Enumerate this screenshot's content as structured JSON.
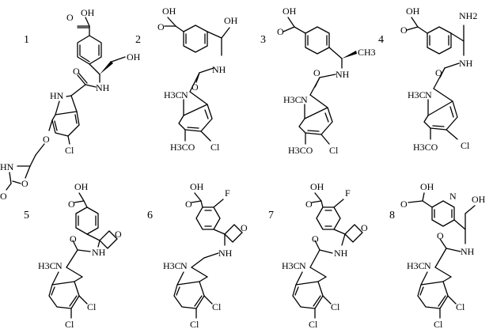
{
  "compounds": [
    {
      "number": "1",
      "atoms": {
        "oh": "OH",
        "acid": "OH",
        "nh": "NH",
        "indoline_n": "HN",
        "cl": "Cl",
        "o_link": "O",
        "ox_nh": "HN",
        "ox_o": "O",
        "ox_carbonyl": "O"
      }
    },
    {
      "number": "2",
      "atoms": {
        "oh": "OH",
        "acid": "OH",
        "nh": "NH",
        "nme": "H3C",
        "n": "N",
        "ome": "H3CO",
        "cl": "Cl"
      }
    },
    {
      "number": "3",
      "atoms": {
        "acid": "OH",
        "ch3": "CH3",
        "nh": "NH",
        "nme": "H3C",
        "n": "N",
        "ome": "H3CO",
        "cl": "Cl"
      }
    },
    {
      "number": "4",
      "atoms": {
        "acid": "OH",
        "nh2": "NH2",
        "nh": "NH",
        "nme": "H3C",
        "n": "N",
        "ome": "H3CO",
        "cl": "Cl"
      }
    },
    {
      "number": "5",
      "atoms": {
        "acid": "OH",
        "ox_o": "O",
        "nh": "NH",
        "nme": "H3C",
        "n": "N",
        "cl1": "Cl",
        "cl2": "Cl"
      }
    },
    {
      "number": "6",
      "atoms": {
        "acid": "OH",
        "f": "F",
        "ox_o": "O",
        "nh": "NH",
        "nme": "H3C",
        "n": "N",
        "cl1": "Cl",
        "cl2": "Cl"
      }
    },
    {
      "number": "7",
      "atoms": {
        "acid": "OH",
        "f": "F",
        "ox_o": "O",
        "nh": "NH",
        "nme": "H3C",
        "n": "N",
        "cl1": "Cl",
        "cl2": "Cl"
      }
    },
    {
      "number": "8",
      "atoms": {
        "acid": "OH",
        "pyr_n": "N",
        "oh": "OH",
        "nh": "NH",
        "nme": "H3C",
        "n": "N",
        "cl1": "Cl",
        "cl2": "Cl"
      }
    }
  ]
}
